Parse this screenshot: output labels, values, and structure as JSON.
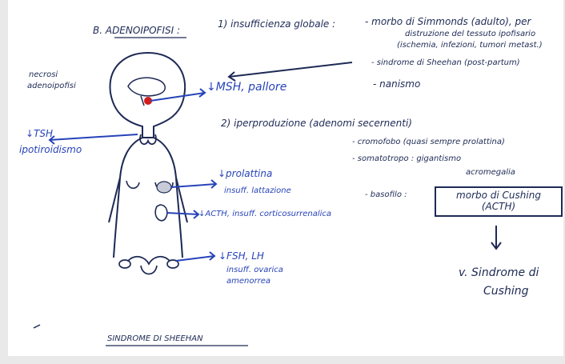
{
  "heading": "B. ADENOIPOFISI :",
  "point1": {
    "title": "1) insufficienza globale :",
    "simmonds": "- morbo di Simmonds (adulto), per",
    "detail_line1": "distruzione del tessuto ipofisario",
    "detail_line2": "(ischemia, infezioni, tumori metast.)",
    "sheehan": "- sindrome di Sheehan (post-partum)",
    "nanismo": "- nanismo"
  },
  "point2": {
    "title": "2) iperproduzione (adenomi secernenti)",
    "cromofobo": "- cromofobo (quasi sempre prolattina)",
    "somatotropo": "- somatotropo : gigantismo",
    "acromegalia": "acromegalia",
    "basofilo": "- basofilo :",
    "box_line1": "morbo di Cushing",
    "box_line2": "(ACTH)",
    "result_line1": "v. Sindrome di",
    "result_line2": "Cushing"
  },
  "necrosis": {
    "line1": "necrosi",
    "line2": "adenoipofisi"
  },
  "hormones": {
    "msh": "↓MSH, pallore",
    "tsh": "↓TSH",
    "tsh_effect": "ipotiroidismo",
    "prolactin": "↓prolattina",
    "prolactin_effect": "insuff. lattazione",
    "acth": "↓ACTH, insuff. corticosurrenalica",
    "fsh_lh": "↓FSH, LH",
    "fsh_effect_line1": "insuff. ovarica",
    "fsh_effect_line2": "amenorrea"
  },
  "footer": "SINDROME DI SHEEHAN",
  "colors": {
    "ink": "#1e2a55",
    "blue_ink": "#2743b8",
    "red_mark": "#d21c1c",
    "paper": "#ffffff",
    "border": "#e9e9e9"
  }
}
